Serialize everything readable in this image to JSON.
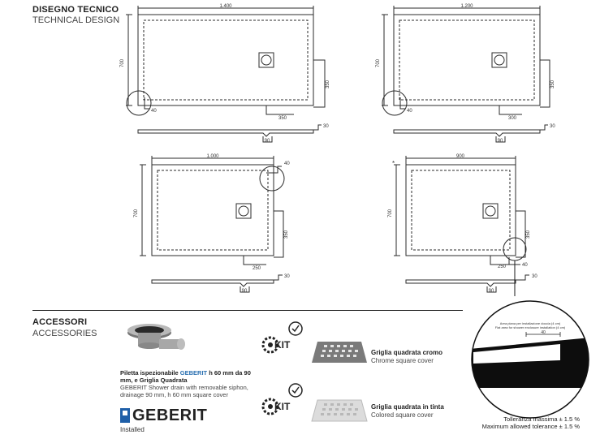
{
  "header": {
    "title": "DISEGNO TECNICO",
    "subtitle": "TECHNICAL DESIGN"
  },
  "drawings": [
    {
      "width_label": "1.400",
      "height_label": "700",
      "drain_offset_label": "350",
      "drain_height_label": "350",
      "corner_label": "40",
      "profile_drain_label": "90",
      "profile_height_label": "30"
    },
    {
      "width_label": "1.200",
      "height_label": "700",
      "drain_offset_label": "300",
      "drain_height_label": "350",
      "corner_label": "40",
      "profile_drain_label": "90",
      "profile_height_label": "30"
    },
    {
      "width_label": "1.000",
      "height_label": "700",
      "drain_offset_label": "250",
      "drain_height_label": "350",
      "corner_label": "40",
      "profile_drain_label": "90",
      "profile_height_label": "30"
    },
    {
      "width_label": "900",
      "height_label": "700",
      "drain_offset_label": "250",
      "drain_height_label": "350",
      "corner_label": "40",
      "profile_drain_label": "90",
      "profile_height_label": "30",
      "star": "*"
    }
  ],
  "accessories": {
    "title": "ACCESSORI",
    "subtitle": "ACCESSORIES",
    "drain": {
      "line1_pre": "Piletta ispezionabile ",
      "brand": "GEBERIT",
      "line1_post": " h 60 mm da 90",
      "line2": "mm, e Griglia Quadrata",
      "desc": "GEBERIT Shower drain with removable siphon, drainage 90 mm, h 60 mm square cover",
      "logo": "GEBERIT",
      "installed": "Installed"
    },
    "kit_label": "KIT",
    "grates": [
      {
        "name": "Griglia quadrata cromo",
        "desc": "Chrome square cover",
        "color": "#8a8a8a"
      },
      {
        "name": "Griglia quadrata in tinta",
        "desc": "Colored square cover",
        "color": "#e2e2e2"
      }
    ]
  },
  "detail": {
    "note_it": "Area piana per installazione doccia (4 cm)",
    "note_en": "Flat area for shower enclosure installation (4 cm)",
    "dim_label": "40",
    "tolerance_it": "Tolleranza massima ± 1.5 %",
    "tolerance_en": "Maximum allowed tolerance ± 1.5 %"
  },
  "colors": {
    "line": "#2b2b2b",
    "divider": "#1a1a1a",
    "brand_blue": "#1f5fa8"
  }
}
